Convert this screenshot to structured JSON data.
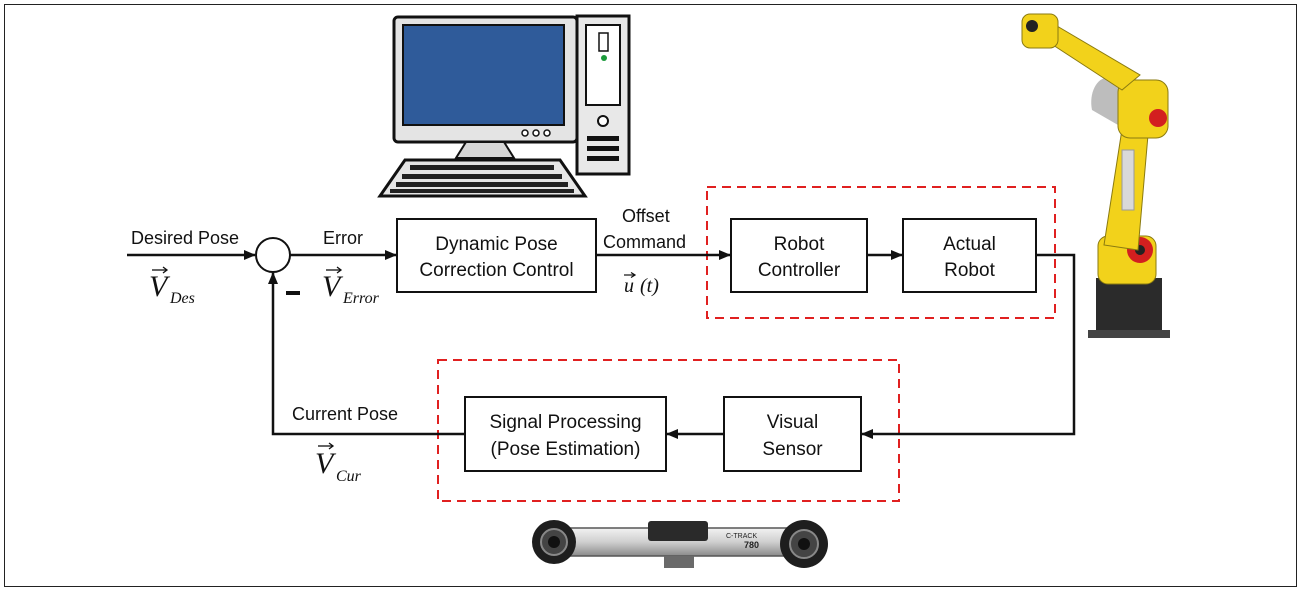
{
  "blocks": {
    "controller": [
      "Dynamic Pose",
      "Correction Control"
    ],
    "robot_controller": [
      "Robot",
      "Controller"
    ],
    "actual_robot": [
      "Actual",
      "Robot"
    ],
    "visual_sensor": [
      "Visual",
      "Sensor"
    ],
    "signal_processing": [
      "Signal Processing",
      "(Pose Estimation)"
    ]
  },
  "labels": {
    "desired_pose": "Desired Pose",
    "error": "Error",
    "offset": "Offset",
    "command": "Command",
    "current_pose": "Current Pose",
    "minus": "-"
  },
  "math": {
    "v": "V",
    "des_sub": "Des",
    "error_sub": "Error",
    "cur_sub": "Cur",
    "u": "u",
    "t": "(t)"
  },
  "device_text": {
    "tracker_brand": "C-TRACK",
    "tracker_model": "780"
  },
  "colors": {
    "line": "#111111",
    "dashed_box": "#e02020",
    "robot_yellow": "#f2d21b",
    "robot_base": "#2b2b2b",
    "monitor_screen": "#2f5b9a"
  }
}
